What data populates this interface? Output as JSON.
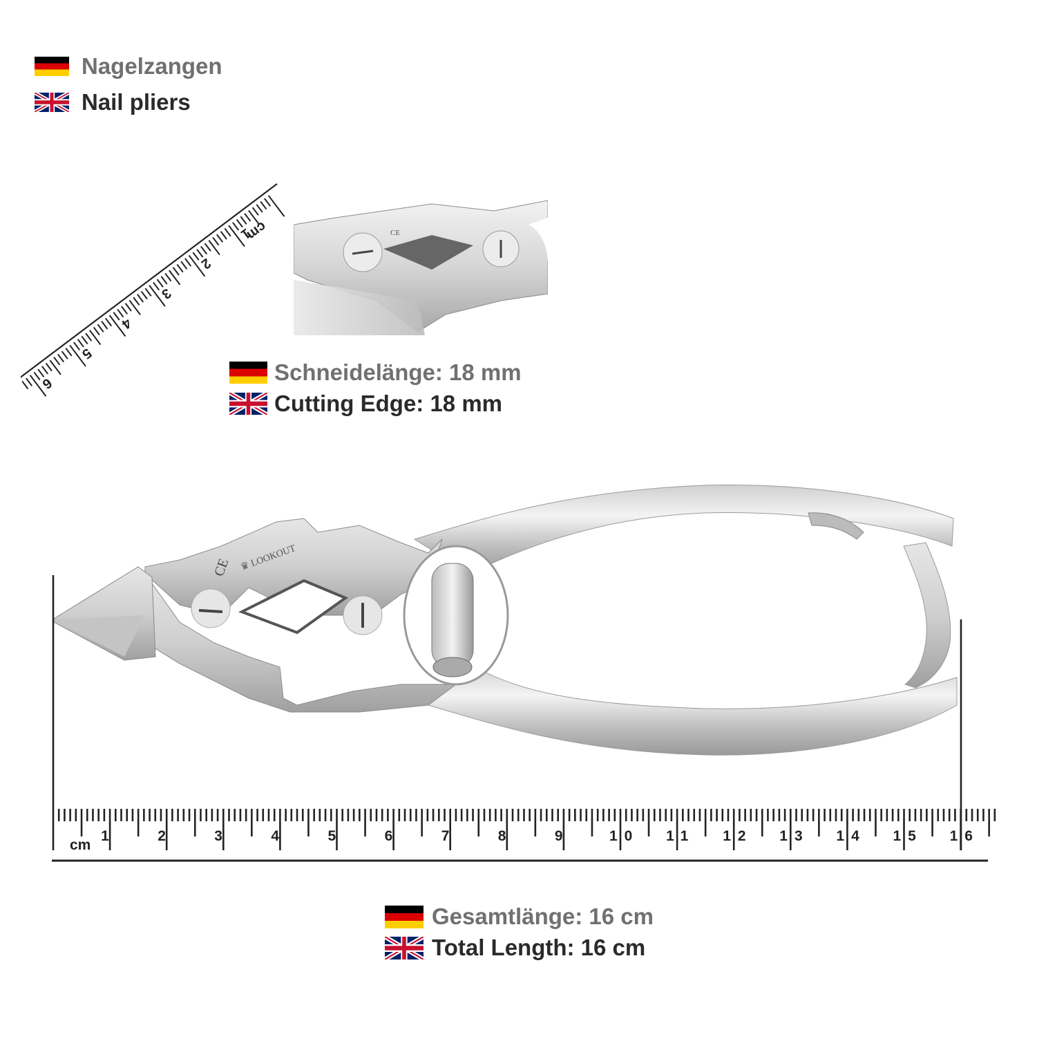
{
  "header": {
    "title_de": "Nagelzangen",
    "title_en": "Nail pliers"
  },
  "cutting_edge": {
    "label_de": "Schneidelänge: 18 mm",
    "label_en": "Cutting Edge: 18 mm"
  },
  "total_length": {
    "label_de": "Gesamtlänge: 16 cm",
    "label_en": "Total Length: 16 cm"
  },
  "main_ruler": {
    "unit": "cm",
    "labels": [
      "1",
      "2",
      "3",
      "4",
      "5",
      "6",
      "7",
      "8",
      "9",
      "10",
      "11",
      "12",
      "13",
      "14",
      "15",
      "16"
    ]
  },
  "detail_ruler": {
    "unit": "cm",
    "labels": [
      "1",
      "2",
      "3",
      "4",
      "5",
      "6"
    ]
  },
  "icons": {
    "de_flag": "flag-germany-icon",
    "en_flag": "flag-uk-icon"
  },
  "colors": {
    "de_text": "#707070",
    "en_text": "#2a2a2a",
    "steel": "#c9c9c9"
  }
}
